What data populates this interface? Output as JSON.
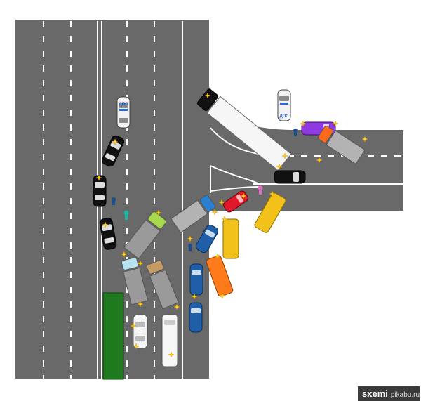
{
  "diagram": {
    "police_label_top": "ДПС",
    "police_label_right": "ДПС"
  },
  "watermark": {
    "brand": "sxemi",
    "source": "pikabu.ru"
  },
  "colors": {
    "road": "#696969",
    "marking": "#ffffff",
    "background": "#ffffff"
  }
}
